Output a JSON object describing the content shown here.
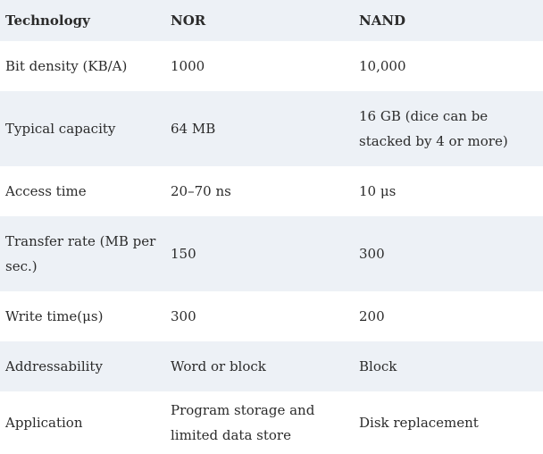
{
  "table": {
    "headers": [
      "Technology",
      "NOR",
      "NAND"
    ],
    "rows": [
      [
        "Bit density (KB/A)",
        "1000",
        "10,000"
      ],
      [
        "Typical capacity",
        "64 MB",
        "16 GB (dice can be stacked by 4 or more)"
      ],
      [
        "Access time",
        "20–70 ns",
        "10 μs"
      ],
      [
        "Transfer rate (MB per sec.)",
        "150",
        "300"
      ],
      [
        "Write time(μs)",
        "300",
        "200"
      ],
      [
        "Addressability",
        "Word or block",
        "Block"
      ],
      [
        "Application",
        "Program storage and limited data store",
        "Disk replacement"
      ]
    ]
  }
}
